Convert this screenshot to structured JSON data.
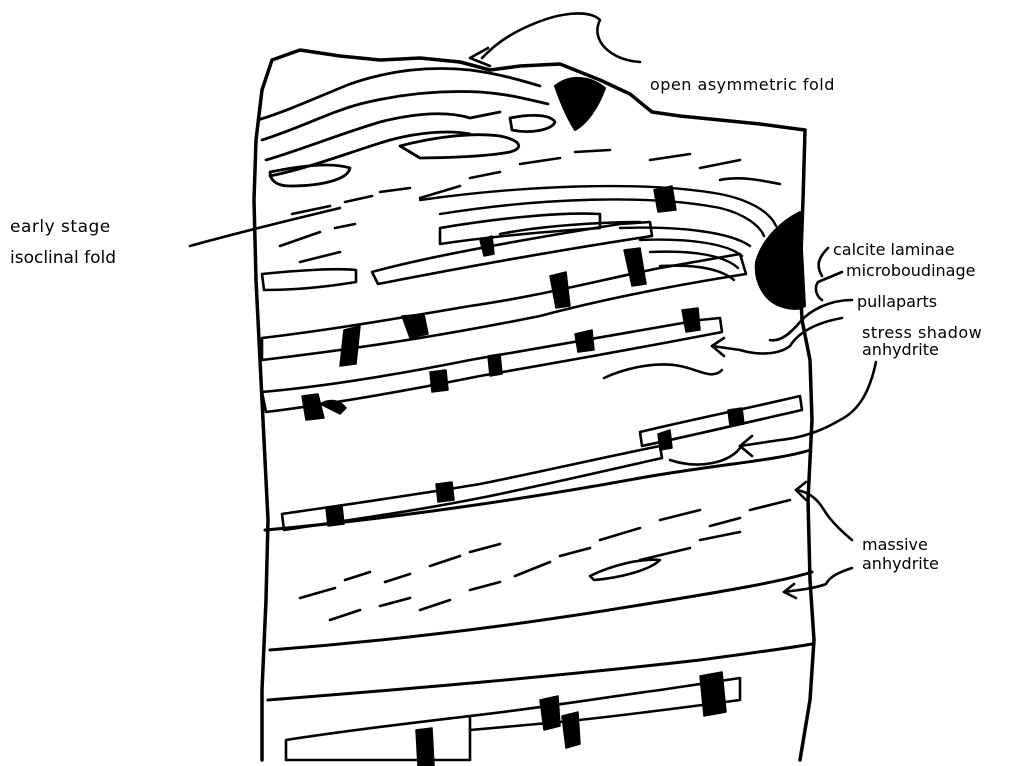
{
  "labels": {
    "open_asymmetric_fold": "open asymmetric fold",
    "early_stage_line1": "early stage",
    "early_stage_line2": "isoclinal fold",
    "calcite_laminae": "calcite laminae",
    "microboudinage": "microboudinage",
    "pullaparts": "pullaparts",
    "stress_shadow_line1": "stress shadow",
    "stress_shadow_line2": "anhydrite",
    "massive_line1": "massive",
    "massive_line2": "anhydrite"
  },
  "colors": {
    "ink": "#000000",
    "paper": "#ffffff"
  }
}
